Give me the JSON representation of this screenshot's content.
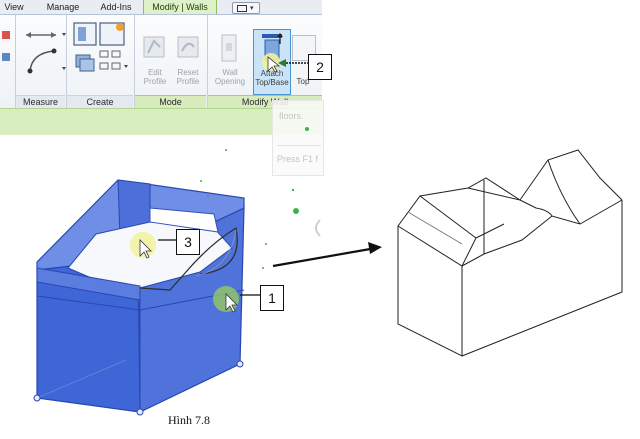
{
  "ribbon": {
    "tabs": [
      {
        "label": "View",
        "active": false
      },
      {
        "label": "Manage",
        "active": false
      },
      {
        "label": "Add-Ins",
        "active": false
      },
      {
        "label": "Modify | Walls",
        "active": true
      }
    ],
    "groups": {
      "measure": "Measure",
      "create": "Create",
      "mode": "Mode",
      "modify_wall": "Modify Wall"
    },
    "buttons": {
      "edit_profile_l1": "Edit",
      "edit_profile_l2": "Profile",
      "reset_profile_l1": "Reset",
      "reset_profile_l2": "Profile",
      "wall_opening_l1": "Wall",
      "wall_opening_l2": "Opening",
      "attach_l1": "Attach",
      "attach_l2": "Top/Base",
      "detach_l2": "Top"
    },
    "tooltip_lines": [
      "floors.",
      "Press F1 f"
    ]
  },
  "callouts": {
    "one": "1",
    "two": "2",
    "three": "3"
  },
  "caption": "Hình 7.8",
  "colors": {
    "wall_blue": "#3f66d6",
    "wall_edge": "#1e3ea8",
    "highlight_yellow": "#f2f29a",
    "highlight_green": "#8fc46a",
    "ribbon_active_tab": "#dff1c8"
  }
}
